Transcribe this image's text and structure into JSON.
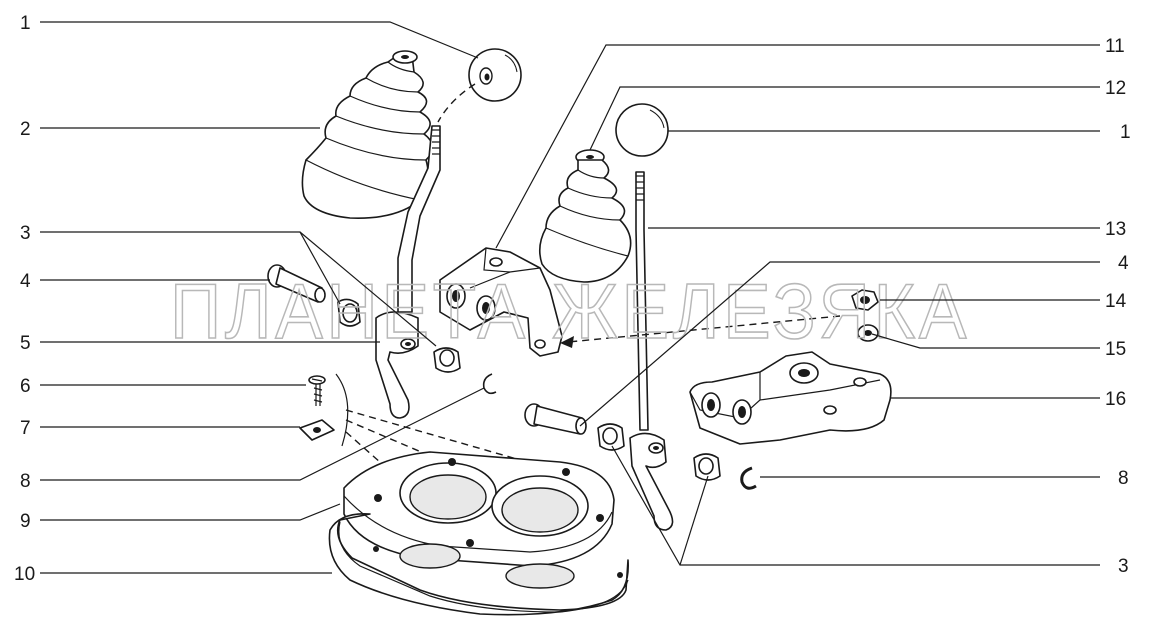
{
  "watermark": "ПЛАНЕТА ЖЕЛЕЗЯКА",
  "callouts": {
    "l1": "1",
    "l2": "2",
    "l3": "3",
    "l4": "4",
    "l5": "5",
    "l6": "6",
    "l7": "7",
    "l8": "8",
    "l9": "9",
    "l10": "10",
    "r11": "11",
    "r12": "12",
    "r1": "1",
    "r13": "13",
    "r4": "4",
    "r14": "14",
    "r15": "15",
    "r16": "16",
    "r8": "8",
    "r3": "3"
  }
}
